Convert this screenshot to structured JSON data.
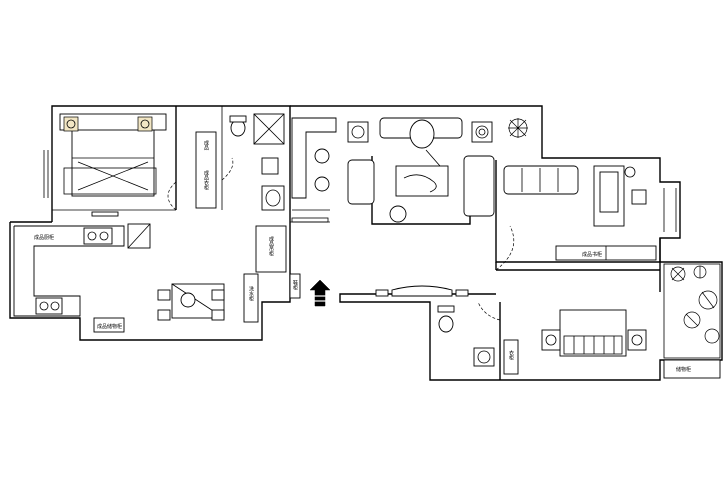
{
  "labels": {
    "bedroom1_wardrobe": "成品衣柜",
    "bedroom1_wardrobe_pre": "成品",
    "kitchen_cabinet": "成品厨柜",
    "tall_cabinet_left": "成品吊柜",
    "water_cabinet": "洗水柜",
    "shoe_cabinet_small": "鞋柜",
    "kitchen_bottom_cabinet": "成品储物柜",
    "study_bookcase": "成品书柜",
    "bedroom2_wardrobe": "衣柜",
    "balcony_cabinet": "储物柜"
  },
  "icons": {
    "entry_arrow": "up-arrow-icon"
  },
  "colors": {
    "line": "#000000",
    "background": "#ffffff",
    "pillow": "#f2e6c4"
  }
}
